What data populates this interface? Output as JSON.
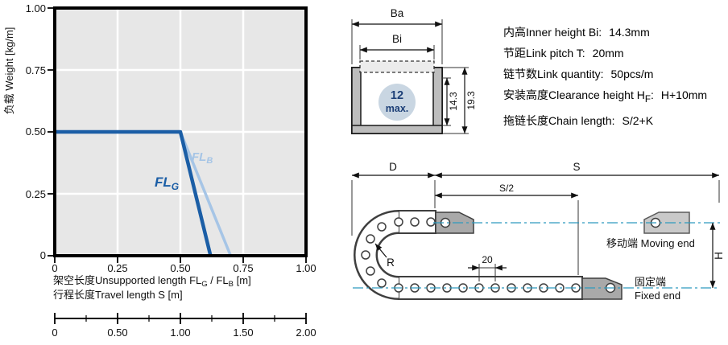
{
  "accent_colors": {
    "flg_blue": "#1b5ea6",
    "flb_blue": "#a6c5e6",
    "centerline_blue": "#2e9bbf",
    "badge_bg": "#c9d6e2",
    "badge_text": "#1c3f77"
  },
  "chart": {
    "ylabel": "负载 Weight [kg/m]",
    "y_ticks": [
      "1.00",
      "0.75",
      "0.50",
      "0.25",
      "0"
    ],
    "x_ticks": [
      "0",
      "0.25",
      "0.50",
      "0.75",
      "1.00"
    ],
    "x2_ticks": [
      "0",
      "0.50",
      "1.00",
      "1.50",
      "2.00"
    ],
    "xlabel1": {
      "pre": "架空长度Unsupported length FL",
      "sub1": "G",
      "mid": " / FL",
      "sub2": "B",
      "post": " [m]"
    },
    "xlabel2": "行程长度Travel length S [m]",
    "flb_label": {
      "main": "FL",
      "sub": "B"
    },
    "flg_label": {
      "main": "FL",
      "sub": "G"
    }
  },
  "chart_data": {
    "type": "line",
    "title": "",
    "xlabel": "架空长度Unsupported length FLG / FLB [m]",
    "xlabel2": "行程长度Travel length S [m]",
    "ylabel": "负载 Weight [kg/m]",
    "xlim": [
      0,
      1.0
    ],
    "x2lim": [
      0,
      2.0
    ],
    "ylim": [
      0,
      1.0
    ],
    "grid": true,
    "series": [
      {
        "name": "FLB",
        "color": "#a6c5e6",
        "points": [
          [
            0.5,
            0.5
          ],
          [
            0.7,
            0
          ]
        ]
      },
      {
        "name": "FLG",
        "color": "#1b5ea6",
        "points": [
          [
            0,
            0.5
          ],
          [
            0.5,
            0.5
          ],
          [
            0.62,
            0
          ]
        ]
      }
    ]
  },
  "cross_section": {
    "dim_ba": "Ba",
    "dim_bi": "Bi",
    "badge_line1": "12",
    "badge_line2": "max.",
    "dim_inner_height": "14.3",
    "dim_outer_height": "19.3"
  },
  "specs": {
    "rows": [
      {
        "label": "内高Inner height Bi:",
        "value": "14.3mm"
      },
      {
        "label": "节距Link pitch T:",
        "value": "20mm"
      },
      {
        "label": "链节数Link quantity:",
        "value": "50pcs/m"
      },
      {
        "label_pre": "安装高度Clearance height H",
        "label_sub": "F",
        "label_post": ":",
        "value": "H+10mm"
      },
      {
        "label": "拖链长度Chain length:",
        "value": "S/2+K"
      }
    ]
  },
  "side_view": {
    "dim_d": "D",
    "dim_s": "S",
    "dim_s_half": "S/2",
    "dim_r": "R",
    "dim_pitch": "20",
    "dim_h": "H",
    "moving_end": "移动端 Moving end",
    "fixed_end_cn": "固定端",
    "fixed_end_en": "Fixed end"
  }
}
